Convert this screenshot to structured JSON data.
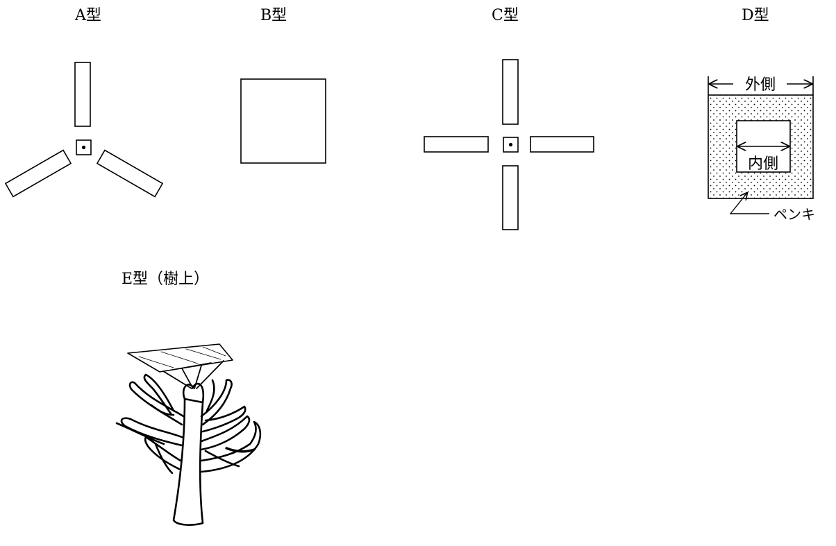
{
  "figures": {
    "a": {
      "label": "A型"
    },
    "b": {
      "label": "B型"
    },
    "c": {
      "label": "C型"
    },
    "d": {
      "label": "D型",
      "outer_label": "外側",
      "inner_label": "内側",
      "paint_label": "ペンキ"
    },
    "e": {
      "label": "E型（樹上）"
    }
  }
}
